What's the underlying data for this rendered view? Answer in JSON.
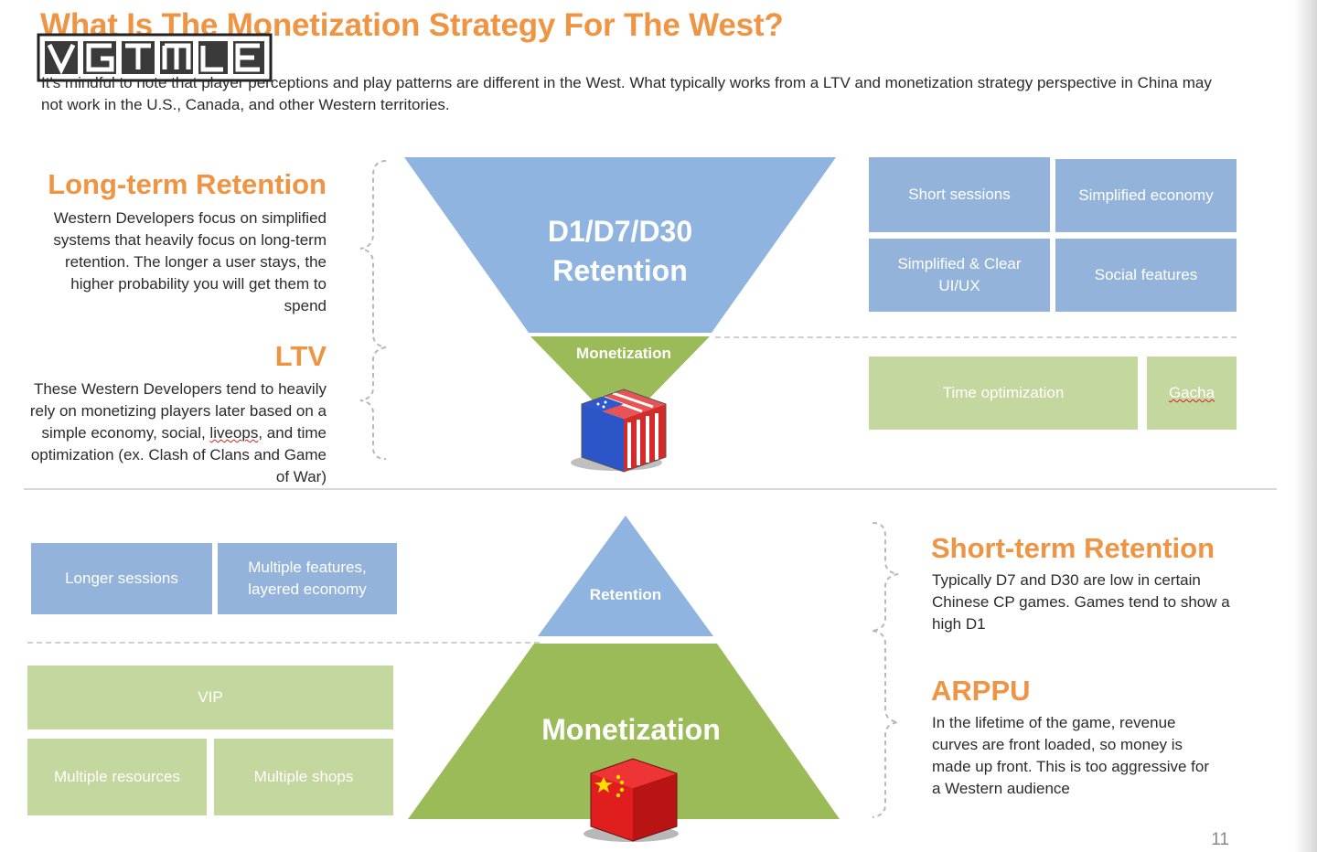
{
  "title": "What Is The Monetization Strategy For The West?",
  "intro": "It's mindful to note that player perceptions and play patterns are different in the West. What typically works from a LTV and monetization strategy perspective in China may not work in the U.S., Canada, and other Western territories.",
  "watermark": "VGTIME",
  "west": {
    "long_term": {
      "heading": "Long-term Retention",
      "body": "Western Developers focus on simplified systems that heavily focus on long-term retention. The longer a user stays, the higher probability you will get them to spend"
    },
    "ltv": {
      "heading": "LTV",
      "body_before": "These Western Developers tend to heavily rely on monetizing players later based on a simple economy, social, ",
      "body_underlined": "liveops",
      "body_after": ", and time optimization (ex. Clash of Clans and  Game of War)"
    },
    "funnel_top": "D1/D7/D30 Retention",
    "funnel_bottom": "Monetization",
    "retention_boxes": [
      "Short sessions",
      "Simplified economy",
      "Simplified & Clear UI/UX",
      "Social features"
    ],
    "monetization_boxes": [
      "Time optimization",
      "Gacha"
    ]
  },
  "china": {
    "pyramid_top": "Retention",
    "pyramid_bottom": "Monetization",
    "retention_boxes": [
      "Longer sessions",
      "Multiple features, layered economy"
    ],
    "monetization_boxes": [
      "VIP",
      "Multiple resources",
      "Multiple shops"
    ],
    "short_term": {
      "heading": "Short-term Retention",
      "body": "Typically D7 and D30 are low in certain Chinese CP games. Games tend to show a high D1"
    },
    "arppu": {
      "heading": "ARPPU",
      "body": "In the lifetime of the game, revenue curves are front loaded, so money is made up front. This is too aggressive for a Western audience"
    }
  },
  "page_number": "11",
  "colors": {
    "accent": "#ef9443",
    "blue": "#93b3db",
    "green": "#c4d79f",
    "triangle_green": "#9bbb59",
    "triangle_blue": "#8fb4e0"
  }
}
